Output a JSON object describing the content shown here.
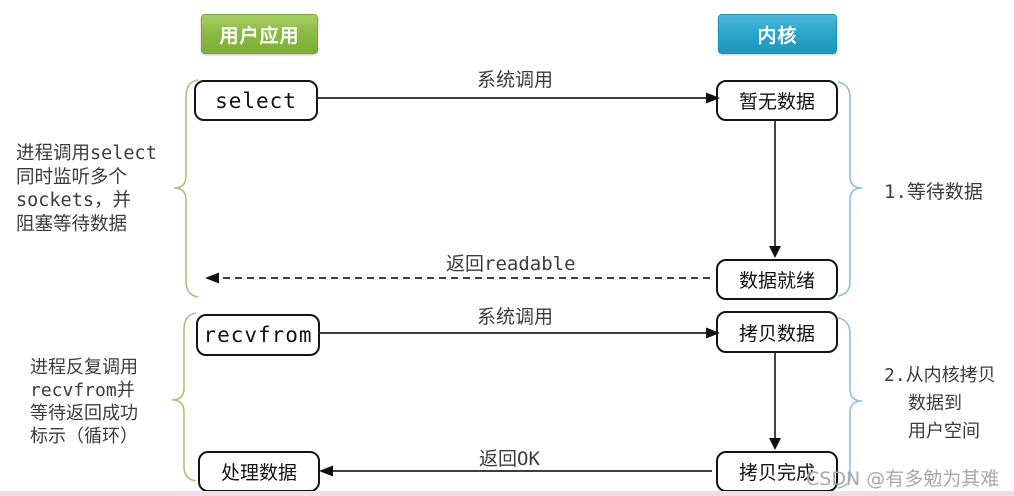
{
  "headers": {
    "user_app": "用户应用",
    "kernel": "内核"
  },
  "nodes": {
    "select": "select",
    "no_data": "暂无数据",
    "data_ready": "数据就绪",
    "recvfrom": "recvfrom",
    "copy_data": "拷贝数据",
    "copy_done": "拷贝完成",
    "process_data": "处理数据"
  },
  "arrows": {
    "syscall_1": "系统调用",
    "return_readable": "返回readable",
    "syscall_2": "系统调用",
    "return_ok": "返回OK"
  },
  "annotations": {
    "left_note_1": {
      "lines": [
        "进程调用select",
        "同时监听多个",
        "sockets，并",
        "阻塞等待数据"
      ]
    },
    "left_note_2": {
      "lines": [
        "进程反复调用",
        "recvfrom并",
        "等待返回成功",
        "标示（循环）"
      ]
    },
    "right_note_1": "1.等待数据",
    "right_note_2": {
      "lines": [
        "2.从内核拷贝",
        "数据到",
        "用户空间"
      ]
    }
  },
  "watermark": "CSDN @有多勉为其难",
  "colors": {
    "user_app_green": "#8cbb44",
    "kernel_blue": "#2ba6cc",
    "brace_olive": "#b9bc7e",
    "brace_blue": "#8cc2dd",
    "text": "#3c3c3c",
    "watermark_gray": "#a9a9a9",
    "bottom_strip_pink": "#f2dde0"
  }
}
